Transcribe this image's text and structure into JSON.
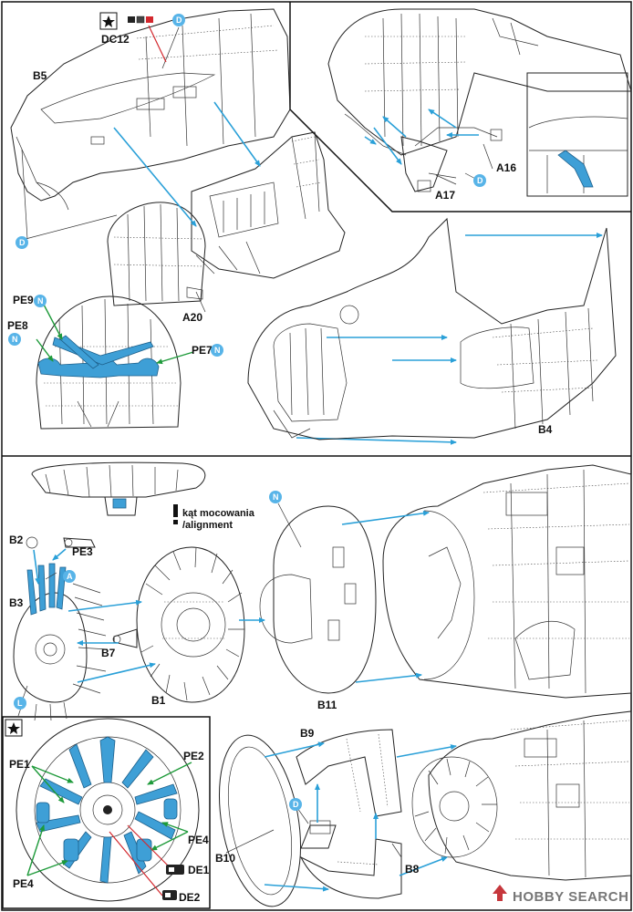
{
  "labels": {
    "dc12": "DC12",
    "b5": "B5",
    "a20": "A20",
    "a16": "A16",
    "a17": "A17",
    "b4": "B4",
    "pe9": "PE9",
    "pe8": "PE8",
    "pe7": "PE7",
    "b2": "B2",
    "pe3": "PE3",
    "b3": "B3",
    "b7": "B7",
    "b1": "B1",
    "b11": "B11",
    "pe1": "PE1",
    "pe2": "PE2",
    "pe4_right": "PE4",
    "pe4_left": "PE4",
    "de1": "DE1",
    "de2": "DE2",
    "b9": "B9",
    "b10": "B10",
    "b8": "B8"
  },
  "markers": {
    "d": "D",
    "n": "N",
    "a": "A",
    "l": "L"
  },
  "alignment_note": {
    "line1": "kąt mocowania",
    "line2": "/alignment"
  },
  "watermark": {
    "text": "HOBBY SEARCH"
  },
  "colors": {
    "arrow": "#2aa0d8",
    "photo_etch": "#3e9fd6",
    "leader_green": "#1e9a3a",
    "leader_red": "#d3282e",
    "marker_fill": "#58b4e8"
  },
  "icons": {
    "star_box": "star-icon",
    "decal_box": "decal-icon",
    "watermark_logo": "hobbysearch-logo-icon"
  }
}
